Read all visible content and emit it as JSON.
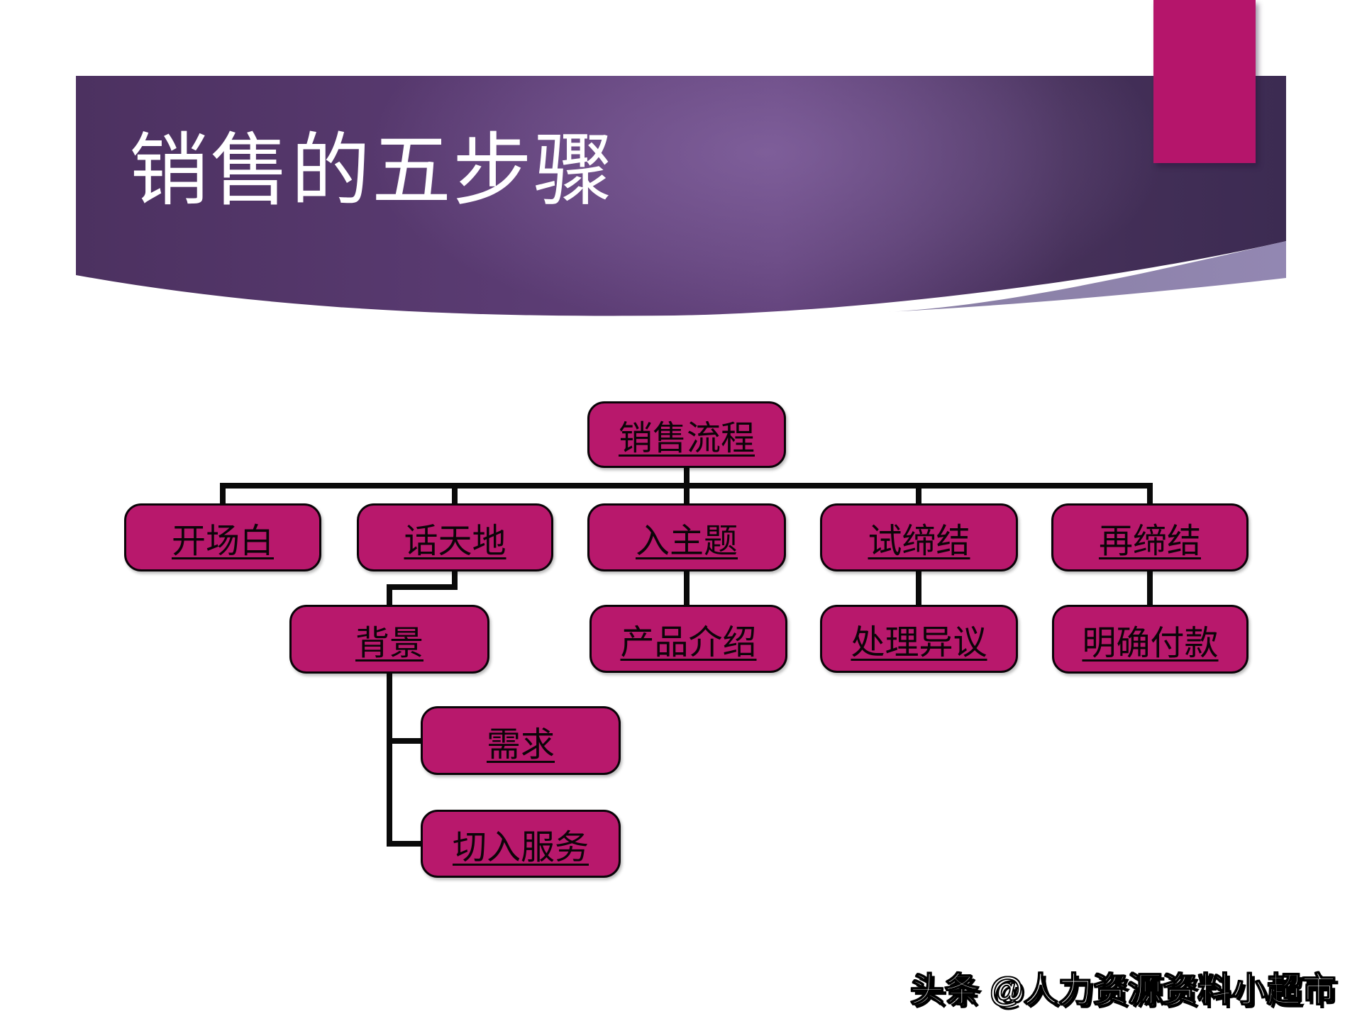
{
  "slide": {
    "title": "销售的五步骤",
    "watermark": "头条 @人力资源资料小超市"
  },
  "colors": {
    "background": "#ffffff",
    "banner_left": "#4c3160",
    "banner_mid": "#62427b",
    "banner_right": "#3c2b52",
    "banner_swoosh": "#8478a4",
    "accent_bar": "#b5156b",
    "node_fill": "#b8186c",
    "node_border": "#0a0408",
    "node_text": "#0b0508",
    "connector": "#0a0a0a",
    "title_text": "#ffffff"
  },
  "flowchart": {
    "nodes": [
      {
        "id": "sales-process",
        "label": "销售流程",
        "parent": null
      },
      {
        "id": "opening",
        "label": "开场白",
        "parent": "sales-process"
      },
      {
        "id": "small-talk",
        "label": "话天地",
        "parent": "sales-process"
      },
      {
        "id": "enter-topic",
        "label": "入主题",
        "parent": "sales-process"
      },
      {
        "id": "trial-close",
        "label": "试缔结",
        "parent": "sales-process"
      },
      {
        "id": "re-close",
        "label": "再缔结",
        "parent": "sales-process"
      },
      {
        "id": "background",
        "label": "背景",
        "parent": "small-talk"
      },
      {
        "id": "product-intro",
        "label": "产品介绍",
        "parent": "enter-topic"
      },
      {
        "id": "handle-objections",
        "label": "处理异议",
        "parent": "trial-close"
      },
      {
        "id": "confirm-payment",
        "label": "明确付款",
        "parent": "re-close"
      },
      {
        "id": "needs",
        "label": "需求",
        "parent": "background"
      },
      {
        "id": "cut-in-service",
        "label": "切入服务",
        "parent": "background"
      }
    ]
  }
}
